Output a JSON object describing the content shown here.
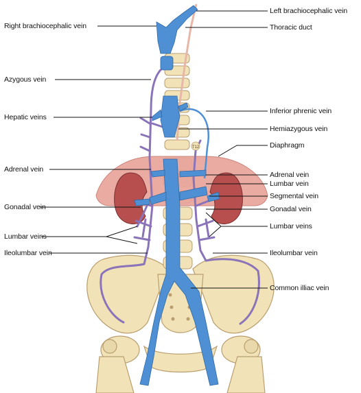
{
  "labels": {
    "left_brachiocephalic_vein": "Left brachiocephalic vein",
    "right_brachiocephalic_vein": "Right brachiocephalic vein",
    "thoracic_duct": "Thoracic duct",
    "azygous_vein": "Azygous vein",
    "inferior_phrenic_vein": "Inferior phrenic vein",
    "hepatic_veins": "Hepatic veins",
    "hemiazygous_vein": "Hemiazygous vein",
    "diaphragm": "Diaphragm",
    "adrenal_vein_left_side": "Adrenal vein",
    "adrenal_vein_right_side": "Adrenal vein",
    "lumbar_vein": "Lumbar vein",
    "segmental_vein": "Segmental vein",
    "gonadal_vein_left_side": "Gonadal vein",
    "gonadal_vein_right_side": "Gonadal vein",
    "lumbar_veins_left_side": "Lumbar veins",
    "lumbar_veins_right_side": "Lumbar veins",
    "iliolumbar_vein_left_side": "Ileolumbar vein",
    "iliolumbar_vein_right_side": "Ileolumbar vein",
    "common_iliac_vein": "Common illiac vein",
    "vertebra_marker": "T12"
  },
  "colors": {
    "vein_blue": "#4f8fd3",
    "vein_purple": "#8a73b8",
    "thoracic_duct": "#e7b7a8",
    "diaphragm": "#e8a49b",
    "kidney": "#b84f4f",
    "bone": "#f1e2b8",
    "leader_line": "#111111"
  }
}
